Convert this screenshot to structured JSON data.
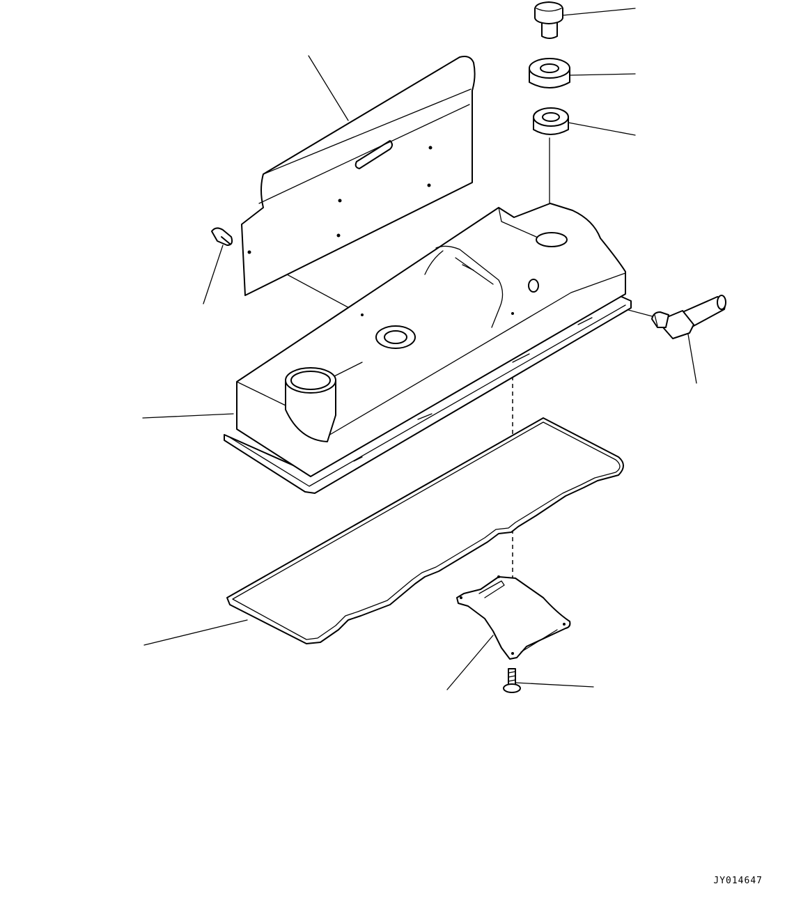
{
  "figure": {
    "code": "JY014647",
    "parts": [
      "bolt-cap",
      "rubber-washer-upper",
      "rubber-washer-lower",
      "valve-cover",
      "heat-shield-plate",
      "shield-clip",
      "elbow-fitting",
      "cover-gasket",
      "bracket-plate",
      "mounting-screw"
    ]
  }
}
